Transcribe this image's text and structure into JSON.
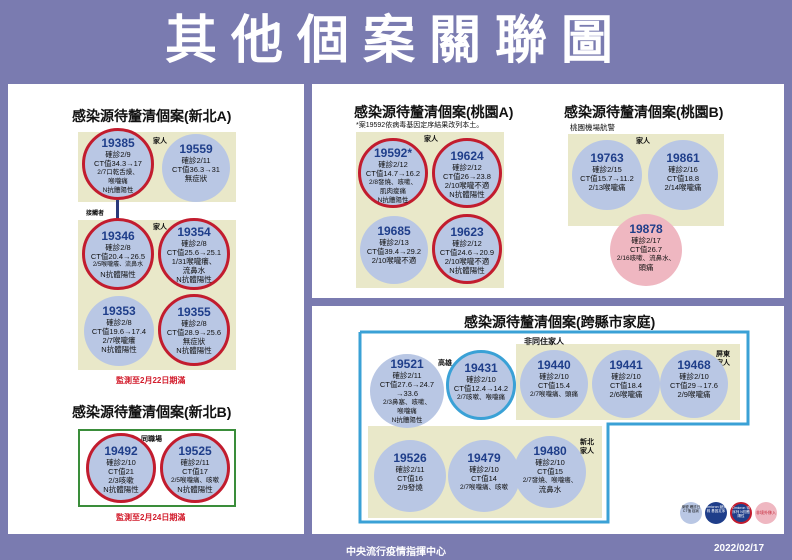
{
  "page_title": "其他個案關聯圖",
  "footer": {
    "center": "中央流行疫情指揮中心",
    "date": "2022/02/17"
  },
  "sections": {
    "newtaipei_a": {
      "title": "感染源待釐清個案(新北A)",
      "label_family1": "家人",
      "label_contact": "接觸者",
      "label_family2": "家人",
      "expire": "監測至2月22日期滿",
      "cases": [
        {
          "id": "19385",
          "lines": [
            "確診2/9",
            "CT值34.3→17",
            "2/7口乾舌燥、",
            "喉嚨痛",
            "N抗體陽性"
          ]
        },
        {
          "id": "19559",
          "lines": [
            "確診2/11",
            "CT值36.3→31",
            "無症狀"
          ]
        },
        {
          "id": "19346",
          "lines": [
            "確診2/8",
            "CT值20.4→26.5",
            "2/5喉嚨癢、流鼻水",
            "N抗體陽性"
          ]
        },
        {
          "id": "19354",
          "lines": [
            "確診2/8",
            "CT值25.6→25.1",
            "1/31喉嚨癢、",
            "流鼻水",
            "N抗體陽性"
          ]
        },
        {
          "id": "19353",
          "lines": [
            "確診2/8",
            "CT值19.6→17.4",
            "2/7喉嚨癢",
            "N抗體陽性"
          ]
        },
        {
          "id": "19355",
          "lines": [
            "確診2/8",
            "CT值28.9→25.6",
            "無症狀",
            "N抗體陽性"
          ]
        }
      ]
    },
    "newtaipei_b": {
      "title": "感染源待釐清個案(新北B)",
      "label_coworker": "同職場",
      "expire": "監測至2月24日期滿",
      "cases": [
        {
          "id": "19492",
          "lines": [
            "確診2/10",
            "CT值21",
            "2/3咳嗽",
            "N抗體陽性"
          ]
        },
        {
          "id": "19525",
          "lines": [
            "確診2/11",
            "CT值17",
            "2/5喉嚨痛、咳嗽",
            "N抗體陽性"
          ]
        }
      ]
    },
    "taoyuan_a": {
      "title": "感染源待釐清個案(桃園A)",
      "note": "*案19592依病毒基因定序結果改列本土。",
      "label_family": "家人",
      "cases": [
        {
          "id": "19592*",
          "lines": [
            "確診2/12",
            "CT值14.7→16.2",
            "2/8發燒、咳嗽、",
            "肌肉痠痛",
            "N抗體陽性"
          ]
        },
        {
          "id": "19624",
          "lines": [
            "確診2/12",
            "CT值26→23.8",
            "2/10喉嚨不適",
            "N抗體陽性"
          ]
        },
        {
          "id": "19685",
          "lines": [
            "確診2/13",
            "CT值39.4→29.2",
            "2/10喉嚨不適"
          ]
        },
        {
          "id": "19623",
          "lines": [
            "確診2/12",
            "CT值24.6→20.9",
            "2/10喉嚨不適",
            "N抗體陽性"
          ]
        }
      ]
    },
    "taoyuan_b": {
      "title": "感染源待釐清個案(桃園B)",
      "subtitle": "桃園機場航警",
      "label_family": "家人",
      "cases": [
        {
          "id": "19763",
          "lines": [
            "確診2/15",
            "CT值15.7→11.2",
            "2/13喉嚨痛"
          ]
        },
        {
          "id": "19861",
          "lines": [
            "確診2/16",
            "CT值18.8",
            "2/14喉嚨痛"
          ]
        },
        {
          "id": "19878",
          "lines": [
            "確診2/17",
            "CT值26.7",
            "2/16咳嗽、流鼻水、",
            "頭痛"
          ]
        }
      ]
    },
    "cross_county": {
      "title": "感染源待釐清個案(跨縣市家庭)",
      "label_nonliving": "非同住家人",
      "label_kaohsiung": "高雄",
      "label_pingtung": "屏東家人",
      "label_newtaipei": "新北家人",
      "cases": [
        {
          "id": "19521",
          "lines": [
            "確診2/11",
            "CT值27.6→24.7",
            "→33.6",
            "2/3鼻塞、咳嗽、",
            "喉嚨痛",
            "N抗體陽性"
          ]
        },
        {
          "id": "19431",
          "lines": [
            "確診2/10",
            "CT值12.4→14.2",
            "2/7咳嗽、喉嚨痛"
          ]
        },
        {
          "id": "19440",
          "lines": [
            "確診2/10",
            "CT值15.4",
            "2/7喉嚨痛、頭痛"
          ]
        },
        {
          "id": "19441",
          "lines": [
            "確診2/10",
            "CT值18.4",
            "2/6喉嚨痛"
          ]
        },
        {
          "id": "19468",
          "lines": [
            "確診2/10",
            "CT值29→17.6",
            "2/9喉嚨痛"
          ]
        },
        {
          "id": "19526",
          "lines": [
            "確診2/11",
            "CT值16",
            "2/9發燒"
          ]
        },
        {
          "id": "19479",
          "lines": [
            "確診2/10",
            "CT值14",
            "2/7喉嚨痛、咳嗽"
          ]
        },
        {
          "id": "19480",
          "lines": [
            "確診2/10",
            "CT值15",
            "2/7發燒、喉嚨癢、",
            "流鼻水"
          ]
        }
      ]
    }
  },
  "legend": [
    {
      "text": "案號 確診日 CT值 症狀"
    },
    {
      "text": "Omicron 變異株 基因定序"
    },
    {
      "text": "Omicron 待序列 N抗體陽性"
    },
    {
      "text": "非境外移入"
    }
  ],
  "colors": {
    "bg": "#7a7bb0",
    "red": "#c21c2e",
    "blue": "#3aa1d6",
    "circle": "#b9c7e4",
    "box": "#e9e8c9"
  }
}
